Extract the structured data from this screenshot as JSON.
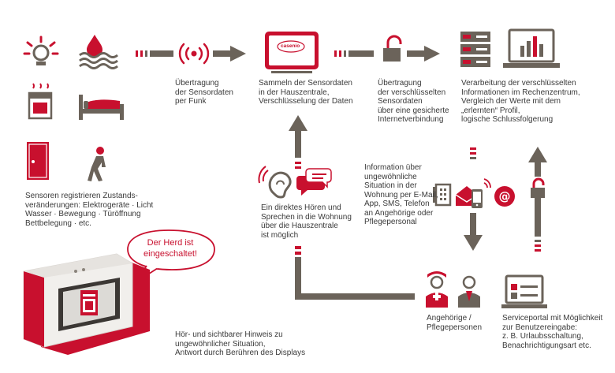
{
  "colors": {
    "red": "#c8102e",
    "gray": "#6b635a",
    "text": "#3a3a3a"
  },
  "icons": [
    "sun-icon",
    "water-icon",
    "oven-icon",
    "bed-icon",
    "door-icon",
    "walking-person-icon",
    "radio-signal-icon",
    "hub-device-icon",
    "padlock-icon",
    "server-icon",
    "laptop-chart-icon",
    "ear-icon",
    "speech-bubbles-icon",
    "phone-icon",
    "envelope-icon",
    "mobile-phone-icon",
    "at-sign-icon",
    "nurse-icon",
    "person-icon",
    "portal-screen-icon"
  ],
  "bubble": {
    "text": "Der Herd ist\neingeschaltet!"
  },
  "hub": {
    "logo": "casenio"
  },
  "labels": {
    "sensors": "Sensoren registrieren Zustands-\nveränderungen: Elektrogeräte · Licht\nWasser · Bewegung · Türöffnung\nBettbelegung · etc.",
    "radio": "Übertragung\nder Sensordaten\nper Funk",
    "collect": "Sammeln der Sensordaten\nin der Hauszentrale,\nVerschlüsselung der Daten",
    "encrypted": "Übertragung\nder verschlüsselten\nSensordaten\nüber eine gesicherte\nInternetverbindung",
    "processing": "Verarbeitung der verschlüsselten\nInformationen im Rechenzentrum,\nVergleich der Werte mit dem\n„erlernten“ Profil,\nlogische Schlussfolgerung",
    "hearing": "Ein direktes Hören und\nSprechen in die Wohnung\nüber die Hauszentrale\nist möglich",
    "information": "Information über\nungewöhnliche\nSituation in der\nWohnung per E-Mail,\nApp, SMS, Telefon\nan Angehörige oder\nPflegepersonal",
    "relatives": "Angehörige /\nPflegepersonen",
    "portal": "Serviceportal mit Möglichkeit\nzur Benutzereingabe:\nz. B. Urlaubsschaltung,\nBenachrichtigungsart etc.",
    "display": "Hör- und sichtbarer Hinweis zu\nungewöhnlicher Situation,\nAntwort durch Berühren des Displays"
  }
}
